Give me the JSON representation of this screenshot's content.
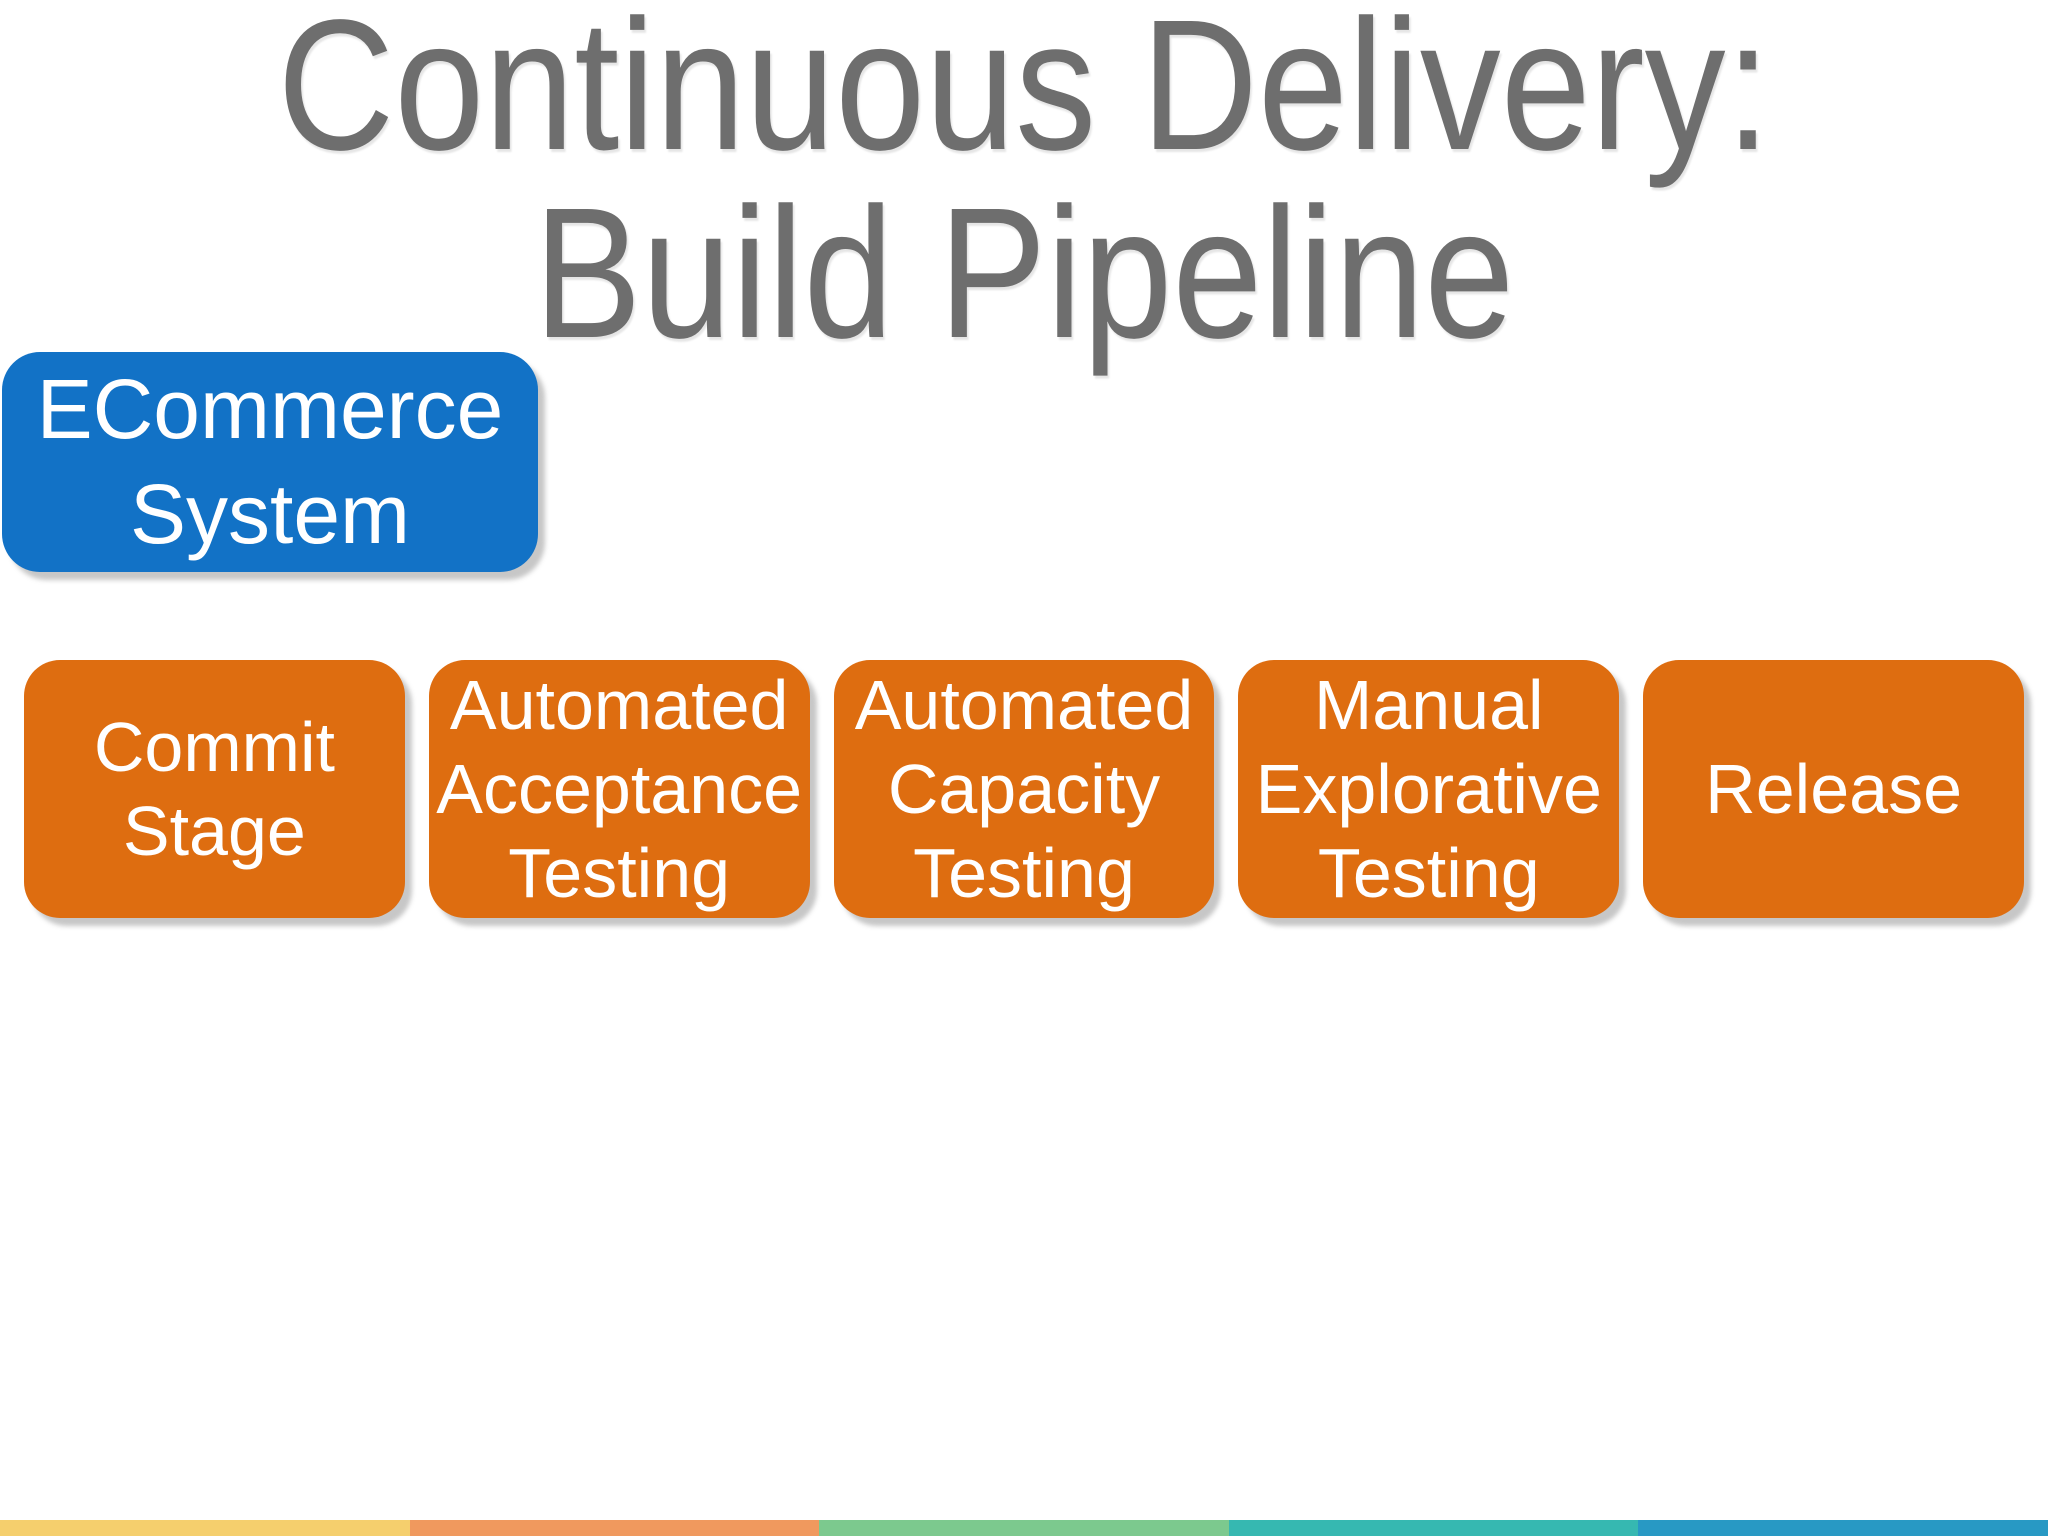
{
  "slide": {
    "title": {
      "line1": "Continuous Delivery:",
      "line2": "Build Pipeline",
      "color": "#6E6E6E"
    },
    "system_box": {
      "lines": [
        "ECommerce",
        "System"
      ],
      "color": "#1272C6"
    },
    "pipeline": {
      "box_color": "#DE6D10",
      "stages": [
        {
          "id": "commit-stage",
          "lines": [
            "Commit",
            "Stage"
          ]
        },
        {
          "id": "automated-acceptance-testing",
          "lines": [
            "Automated",
            "Acceptance",
            "Testing"
          ]
        },
        {
          "id": "automated-capacity-testing",
          "lines": [
            "Automated",
            "Capacity",
            "Testing"
          ]
        },
        {
          "id": "manual-explorative-testing",
          "lines": [
            "Manual",
            "Explorative",
            "Testing"
          ]
        },
        {
          "id": "release",
          "lines": [
            "Release"
          ]
        }
      ]
    },
    "footer": {
      "segments": [
        {
          "name": "yellow",
          "color": "#F5CF6D"
        },
        {
          "name": "orange",
          "color": "#F0995E"
        },
        {
          "name": "green",
          "color": "#7CC98E"
        },
        {
          "name": "teal",
          "color": "#36B8B1"
        },
        {
          "name": "blue",
          "color": "#2899C4"
        }
      ]
    }
  }
}
